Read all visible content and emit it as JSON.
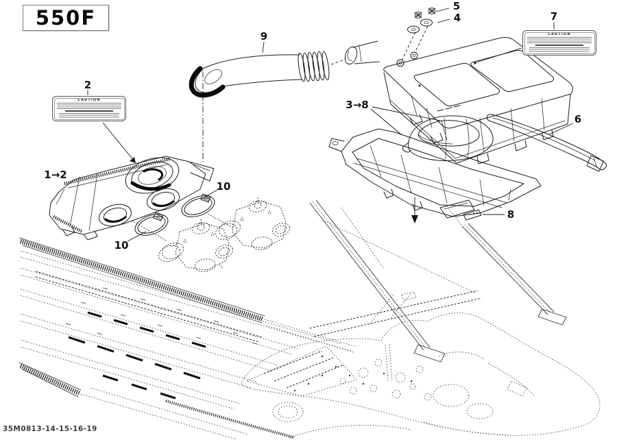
{
  "model_badge": "550F",
  "document_code": "35M0813-14-15-16-19",
  "colors": {
    "ink": "#1a1a1a",
    "background": "#ffffff",
    "phantom": "#333333"
  },
  "callouts": [
    {
      "id": "callout-1-2",
      "label": "1→2"
    },
    {
      "id": "callout-2",
      "label": "2"
    },
    {
      "id": "callout-3-8",
      "label": "3→8"
    },
    {
      "id": "callout-4",
      "label": "4"
    },
    {
      "id": "callout-5",
      "label": "5"
    },
    {
      "id": "callout-6",
      "label": "6"
    },
    {
      "id": "callout-7",
      "label": "7"
    },
    {
      "id": "callout-8",
      "label": "8"
    },
    {
      "id": "callout-9",
      "label": "9"
    },
    {
      "id": "callout-10-upper",
      "label": "10"
    },
    {
      "id": "callout-10-lower",
      "label": "10"
    }
  ],
  "caution_labels": [
    {
      "id": "caution-label-2",
      "heading": "CAUTION"
    },
    {
      "id": "caution-label-7",
      "heading": "CAUTION"
    }
  ]
}
